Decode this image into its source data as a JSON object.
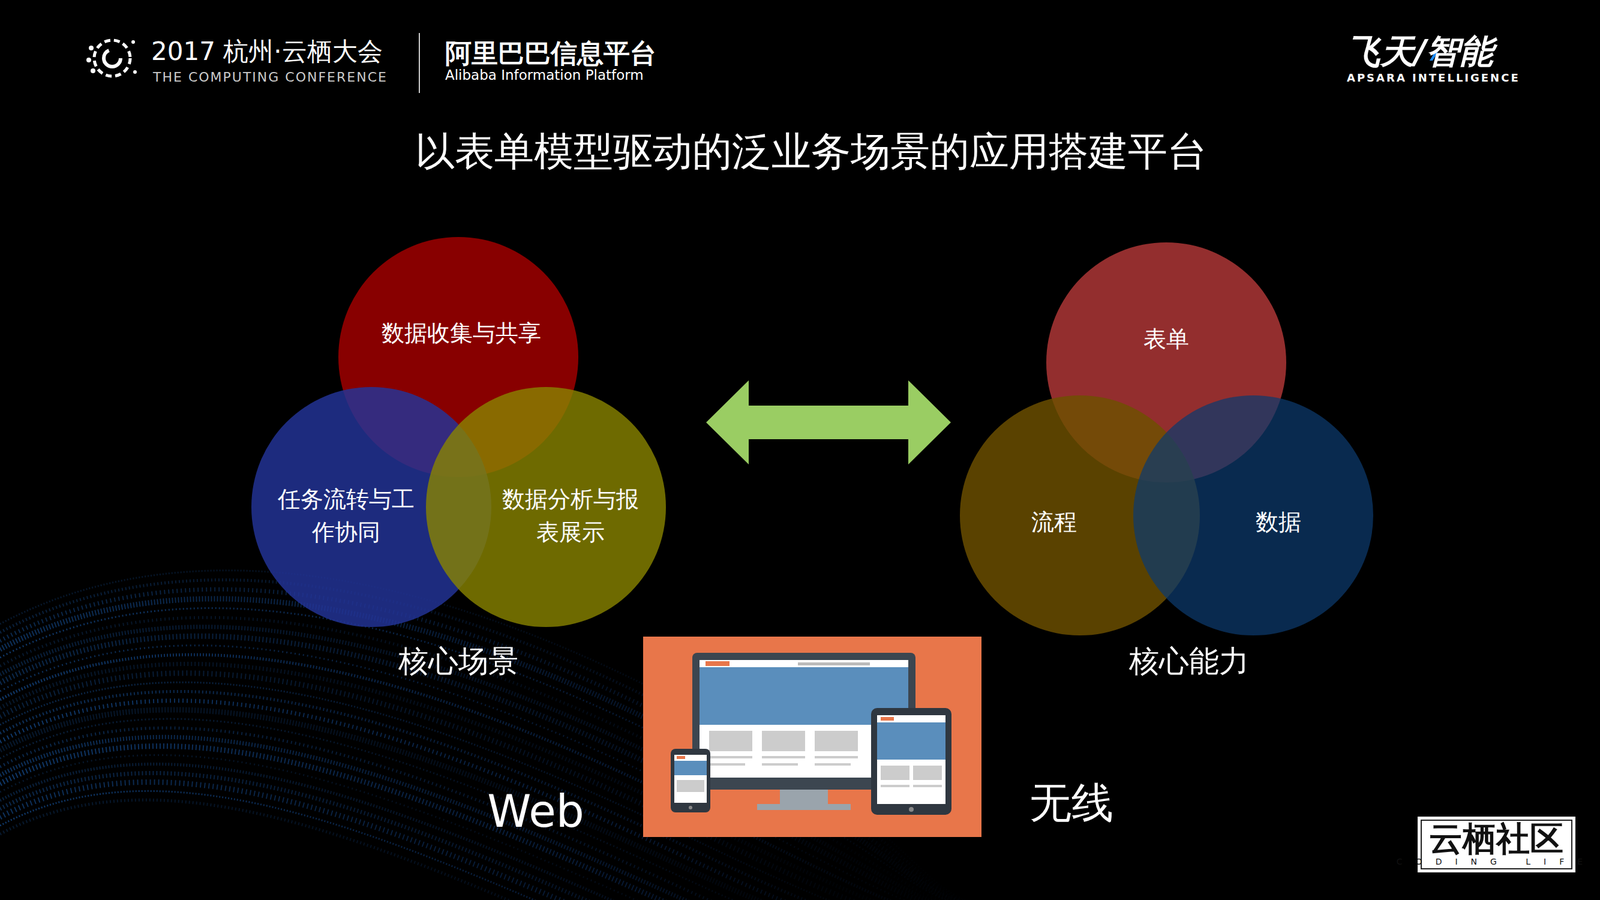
{
  "diagram": {
    "title": "以表单模型驱动的泛业务场景的应用搭建平台",
    "nodes": [
      {
        "text": [
          "数据收集与共享"
        ]
      },
      {
        "text": [
          "任务流转与工作协同"
        ]
      },
      {
        "text": [
          "数据分析与报表展示"
        ]
      },
      {
        "text": [
          "表单"
        ]
      },
      {
        "text": [
          "流程"
        ]
      },
      {
        "text": [
          "数据"
        ]
      }
    ],
    "labels": [
      "2017 杭州·云栖大会",
      "THE COMPUTING CONFERENCE",
      "阿里巴巴信息平台",
      "Alibaba Information Platform",
      "飞天/智能",
      "APSARA INTELLIGENCE",
      "核心场景",
      "核心能力",
      "Web",
      "无线",
      "云栖社区",
      "CODING LIFE"
    ]
  }
}
